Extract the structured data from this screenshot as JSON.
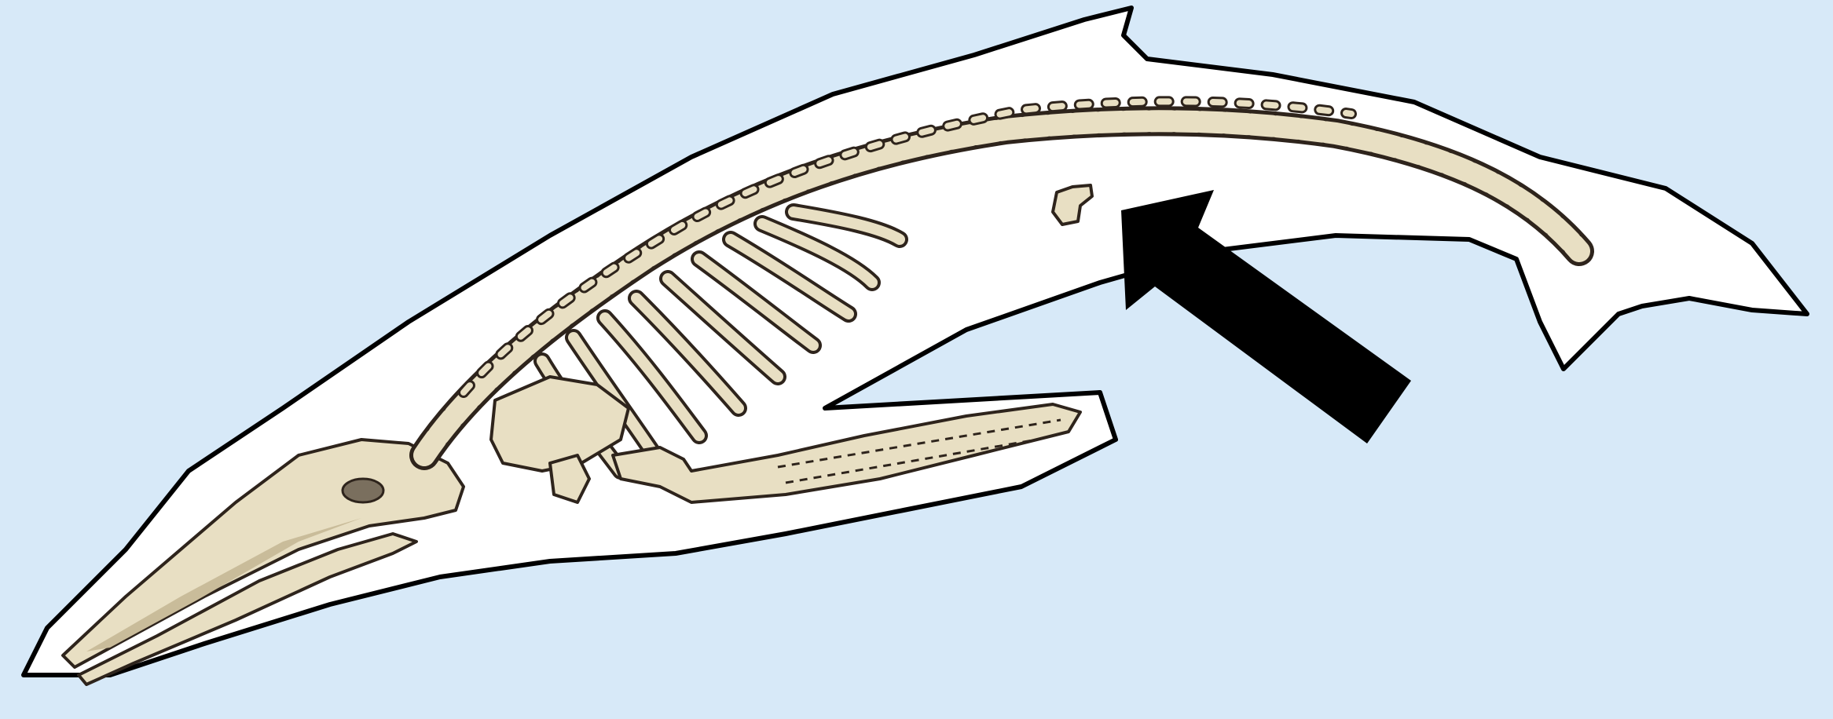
{
  "colors": {
    "background": "#d7e9f8",
    "body_outline": "#000000",
    "body_fill": "#ffffff",
    "bone": "#e8dfc3",
    "bone_shadow": "#c9bc9a",
    "bone_outline": "#2e241c",
    "arrow": "#000000"
  },
  "parts": {
    "body": "whale-body-outline",
    "skull": "skull-icon",
    "spine": "vertebral-column",
    "ribs": "rib-cage",
    "flipper": "flipper-bones",
    "pelvis": "vestigial-pelvic-bone",
    "pointer": "arrow-icon"
  }
}
